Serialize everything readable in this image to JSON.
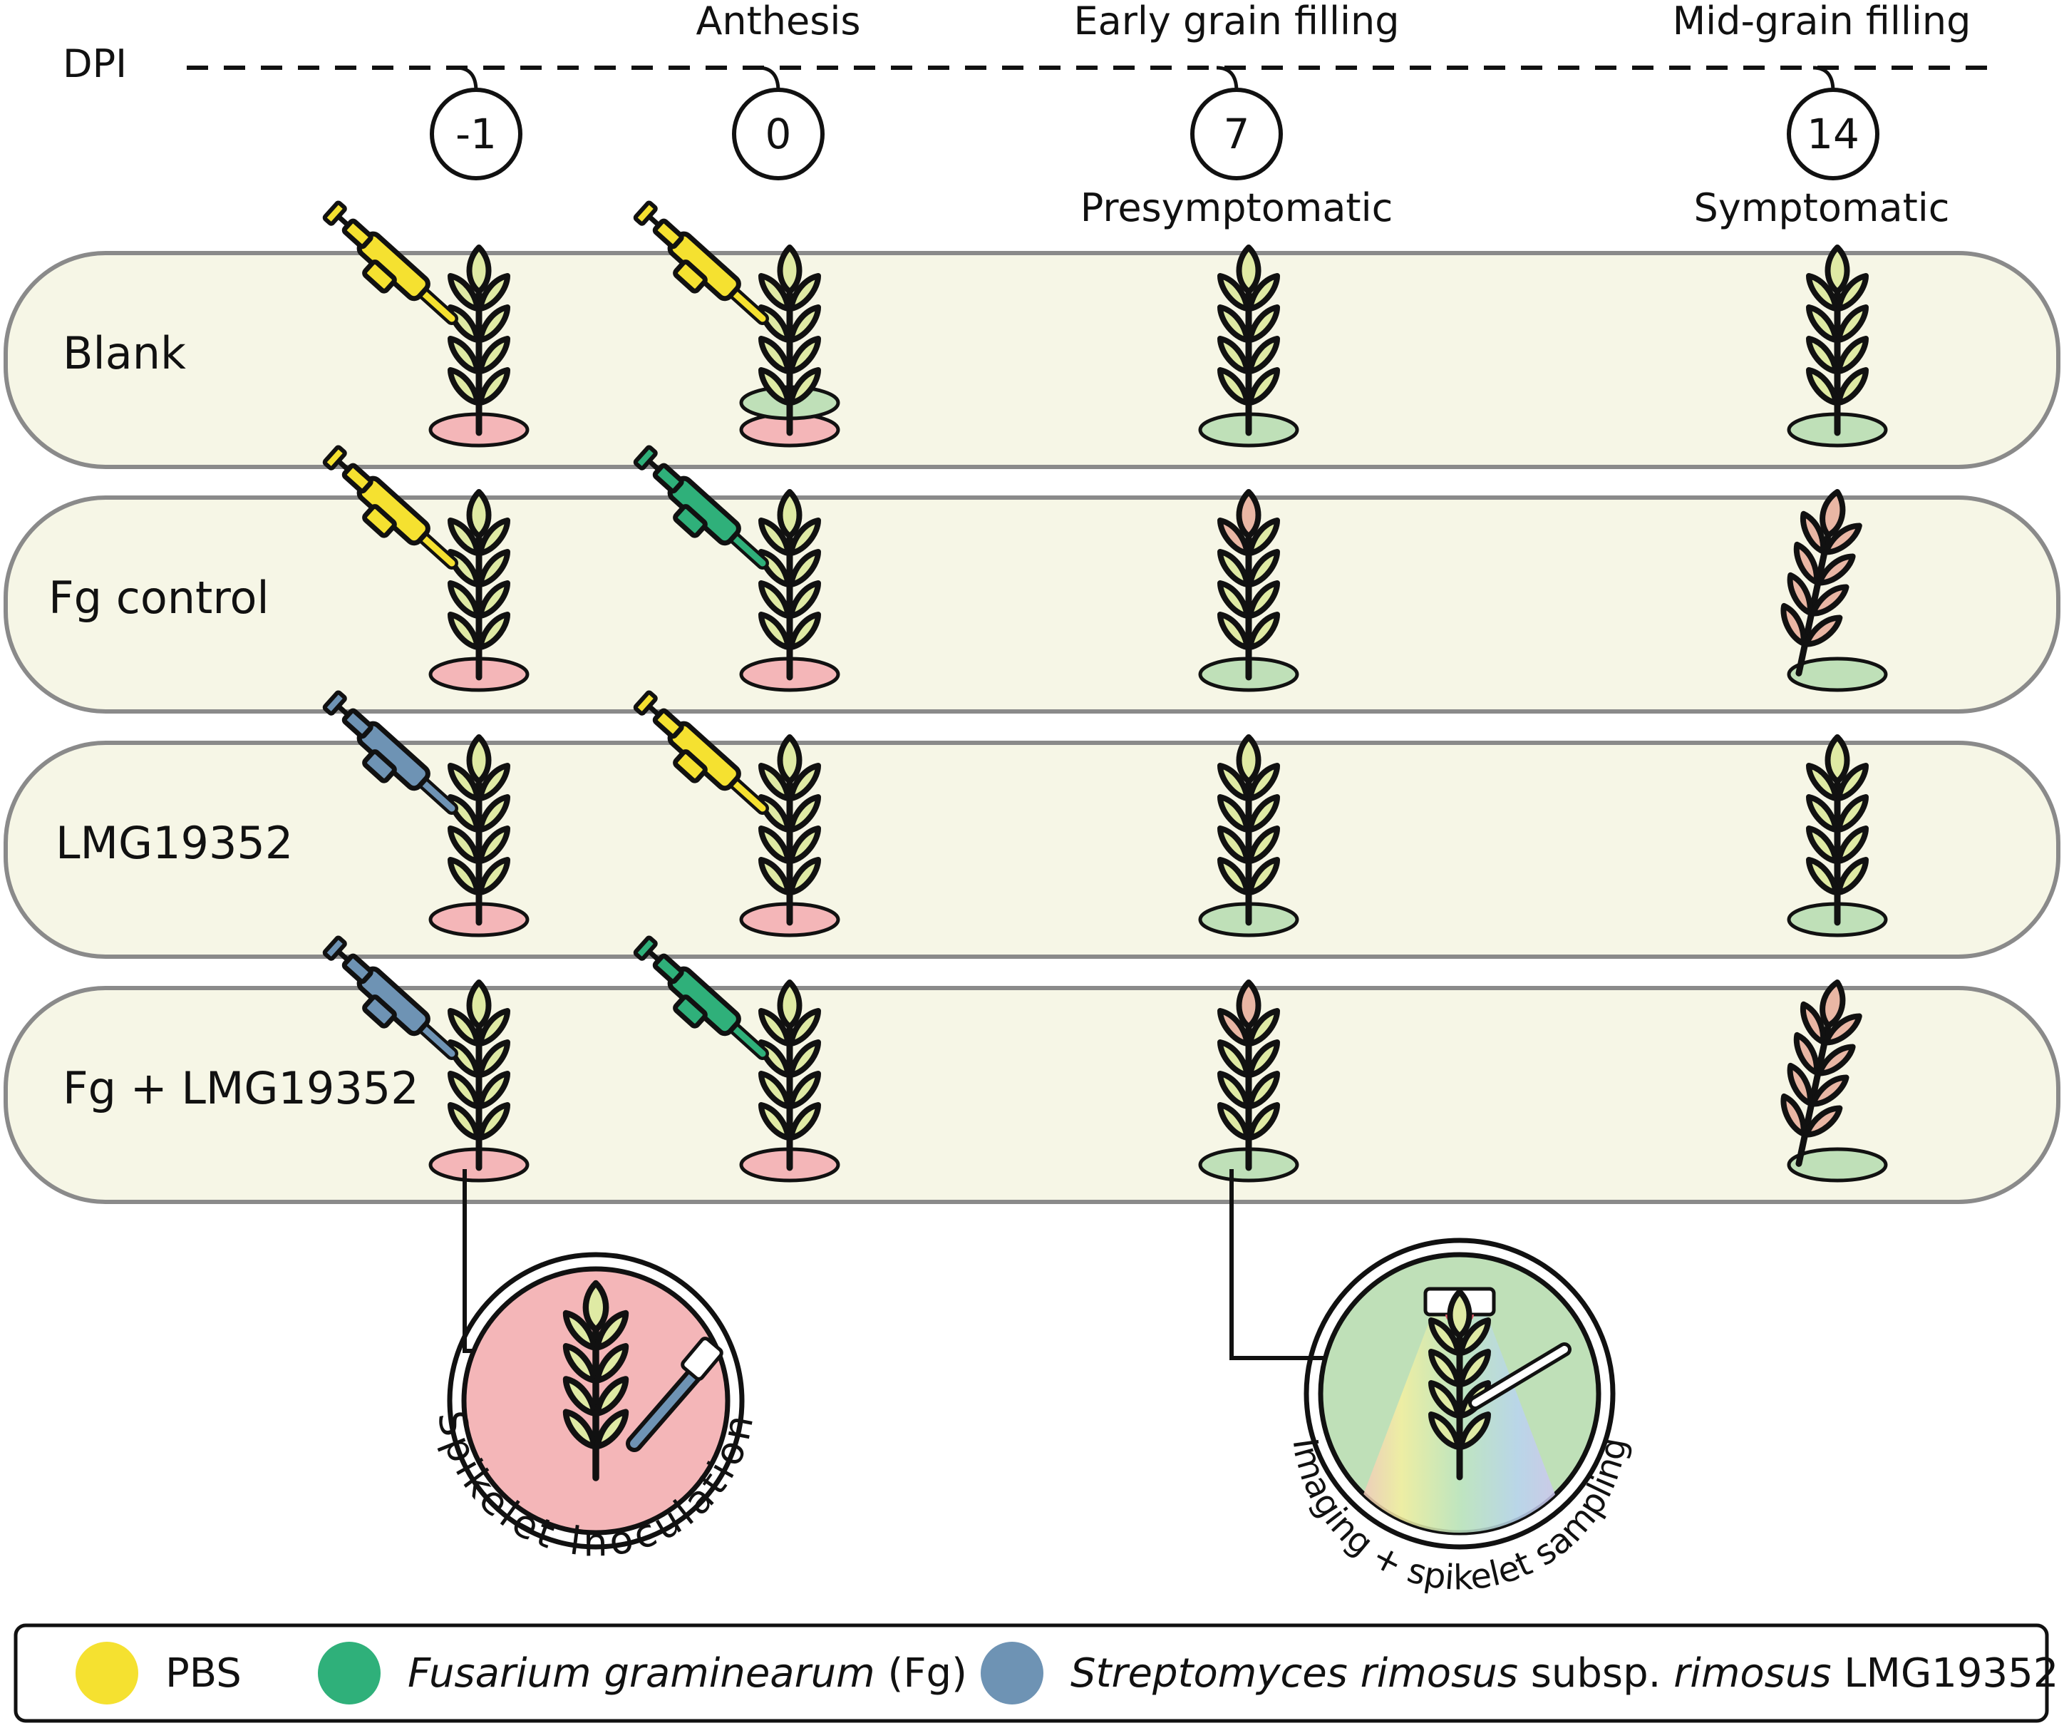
{
  "timeline": {
    "axis_label": "DPI",
    "stages": [
      {
        "dpi": "-1",
        "stage": "",
        "note": ""
      },
      {
        "dpi": "0",
        "stage": "Anthesis",
        "note": ""
      },
      {
        "dpi": "7",
        "stage": "Early grain filling",
        "note": "Presymptomatic"
      },
      {
        "dpi": "14",
        "stage": "Mid-grain filling",
        "note": "Symptomatic"
      }
    ]
  },
  "rows": [
    {
      "label": "Blank",
      "cells": [
        {
          "pipette": "PBS",
          "base": "pink",
          "diseased": 0
        },
        {
          "pipette": "PBS",
          "base": "pink+green",
          "diseased": 0
        },
        {
          "pipette": "",
          "base": "green",
          "diseased": 0
        },
        {
          "pipette": "",
          "base": "green",
          "diseased": 0
        }
      ]
    },
    {
      "label": "Fg control",
      "cells": [
        {
          "pipette": "PBS",
          "base": "pink",
          "diseased": 0
        },
        {
          "pipette": "Fg",
          "base": "pink",
          "diseased": 0
        },
        {
          "pipette": "",
          "base": "green",
          "diseased": 0.25
        },
        {
          "pipette": "",
          "base": "green",
          "diseased": 1
        }
      ]
    },
    {
      "label": "LMG19352",
      "cells": [
        {
          "pipette": "LMG",
          "base": "pink",
          "diseased": 0
        },
        {
          "pipette": "PBS",
          "base": "pink",
          "diseased": 0
        },
        {
          "pipette": "",
          "base": "green",
          "diseased": 0
        },
        {
          "pipette": "",
          "base": "green",
          "diseased": 0
        }
      ]
    },
    {
      "label": "Fg + LMG19352",
      "cells": [
        {
          "pipette": "LMG",
          "base": "pink",
          "diseased": 0
        },
        {
          "pipette": "Fg",
          "base": "pink",
          "diseased": 0
        },
        {
          "pipette": "",
          "base": "green",
          "diseased": 0.25
        },
        {
          "pipette": "",
          "base": "green",
          "diseased": 1
        }
      ]
    }
  ],
  "callouts": {
    "inoculation": "Spikelet inoculation",
    "sampling": "Imaging + spikelet sampling"
  },
  "legend": {
    "items": [
      {
        "key": "PBS",
        "color": "#f5e130",
        "parts": [
          {
            "t": "PBS",
            "i": false
          }
        ]
      },
      {
        "key": "Fg",
        "color": "#2fb07a",
        "parts": [
          {
            "t": "Fusarium graminearum",
            "i": true
          },
          {
            "t": " (Fg)",
            "i": false
          }
        ]
      },
      {
        "key": "LMG",
        "color": "#6e93b4",
        "parts": [
          {
            "t": "Streptomyces rimosus",
            "i": true
          },
          {
            "t": "  subsp. ",
            "i": false
          },
          {
            "t": "rimosus",
            "i": true
          },
          {
            "t": " LMG19352",
            "i": false
          }
        ]
      }
    ]
  },
  "colors": {
    "row_fill": "#f6f6e6",
    "row_stroke": "#8a8a8a",
    "spike_healthy": "#dfeaa4",
    "spike_diseased": "#e9b6a4",
    "disk_pink": "#f4b6b8",
    "disk_green": "#bfe0b8",
    "PBS": "#f5e130",
    "Fg": "#2fb07a",
    "LMG": "#6e93b4"
  }
}
